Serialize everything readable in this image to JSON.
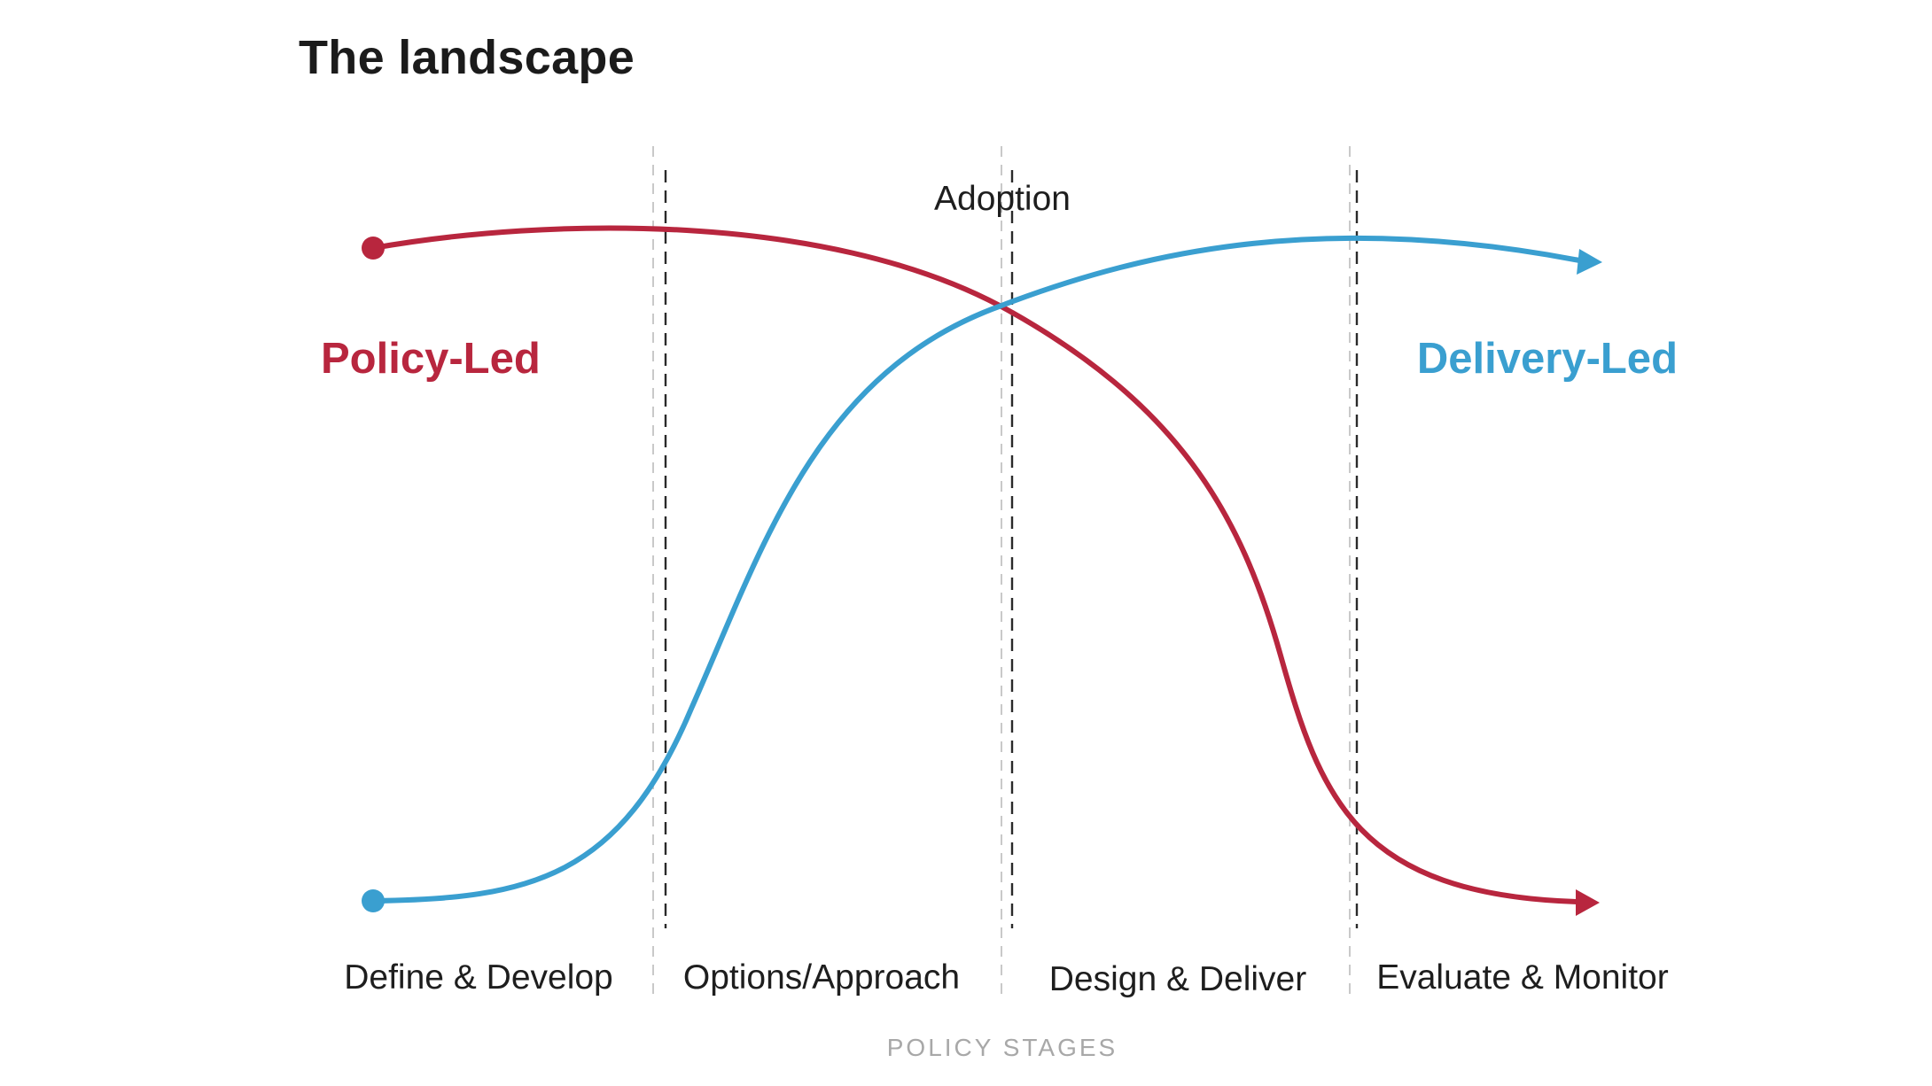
{
  "title": "The landscape",
  "colors": {
    "policy": "#b8263e",
    "delivery": "#3a9fd0",
    "divider_light": "#c9c9c9",
    "divider_dark": "#2a2a2a",
    "text": "#1e1e1e",
    "axis_label": "#a8a8a8"
  },
  "series": {
    "policy": {
      "name": "Policy-Led"
    },
    "delivery": {
      "name": "Delivery-Led"
    }
  },
  "annotation": "Adoption",
  "stages": [
    "Define & Develop",
    "Options/Approach",
    "Design & Deliver",
    "Evaluate & Monitor"
  ],
  "axis_label": "POLICY STAGES"
}
